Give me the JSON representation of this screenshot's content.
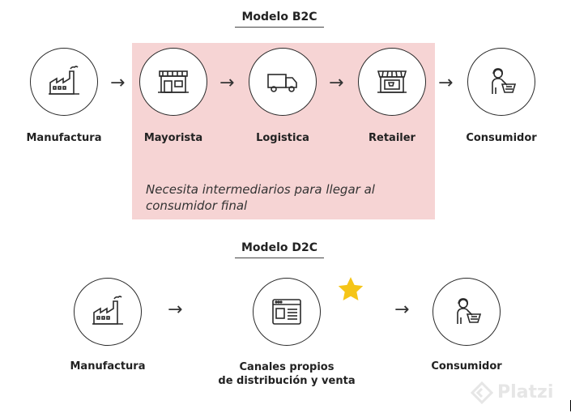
{
  "b2c": {
    "title": "Modelo B2C",
    "nodes": [
      {
        "label": "Manufactura",
        "icon": "factory-icon"
      },
      {
        "label": "Mayorista",
        "icon": "warehouse-icon"
      },
      {
        "label": "Logistica",
        "icon": "truck-icon"
      },
      {
        "label": "Retailer",
        "icon": "store-icon"
      },
      {
        "label": "Consumidor",
        "icon": "shopper-icon"
      }
    ],
    "note_line1": "Necesita intermediarios para llegar al",
    "note_line2": "consumidor final"
  },
  "d2c": {
    "title": "Modelo D2C",
    "nodes": [
      {
        "label": "Manufactura",
        "icon": "factory-icon"
      },
      {
        "label_line1": "Canales propios",
        "label_line2": "de distribución y venta",
        "icon": "browser-window-icon"
      },
      {
        "label": "Consumidor",
        "icon": "shopper-icon"
      }
    ],
    "highlight_icon": "star-icon"
  },
  "arrow_glyph": "→",
  "watermark": "Platzi",
  "colors": {
    "highlight": "#f6d4d4",
    "star": "#f5c518"
  }
}
